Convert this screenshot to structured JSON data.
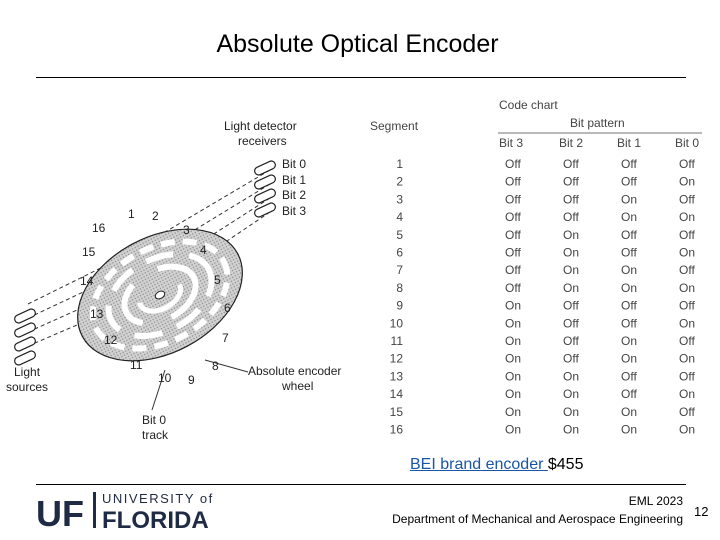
{
  "slide": {
    "title": "Absolute Optical Encoder",
    "caption_link": "BEI brand encoder ",
    "caption_price": "$455",
    "footer_course": "EML 2023",
    "footer_dept": "Department of Mechanical and Aerospace Engineering",
    "page_number": "12"
  },
  "logo": {
    "uf": "UF",
    "university_of": "UNIVERSITY of",
    "florida": "FLORIDA",
    "color": "#1f2a44"
  },
  "figure": {
    "label_detector": [
      "Light detector",
      "receivers"
    ],
    "detector_bits": [
      "Bit 0",
      "Bit 1",
      "Bit 2",
      "Bit 3"
    ],
    "label_sources": [
      "Light",
      "sources"
    ],
    "label_wheel": [
      "Absolute encoder",
      "wheel"
    ],
    "label_track": [
      "Bit 0",
      "track"
    ],
    "segment_numbers": [
      "1",
      "2",
      "3",
      "4",
      "5",
      "6",
      "7",
      "8",
      "9",
      "10",
      "11",
      "12",
      "13",
      "14",
      "15",
      "16"
    ],
    "code_chart": {
      "title": "Code chart",
      "segment_header": "Segment",
      "bit_pattern_header": "Bit pattern",
      "columns": [
        "Bit 3",
        "Bit 2",
        "Bit 1",
        "Bit 0"
      ],
      "rows": [
        [
          "1",
          "Off",
          "Off",
          "Off",
          "Off"
        ],
        [
          "2",
          "Off",
          "Off",
          "Off",
          "On"
        ],
        [
          "3",
          "Off",
          "Off",
          "On",
          "Off"
        ],
        [
          "4",
          "Off",
          "Off",
          "On",
          "On"
        ],
        [
          "5",
          "Off",
          "On",
          "Off",
          "Off"
        ],
        [
          "6",
          "Off",
          "On",
          "Off",
          "On"
        ],
        [
          "7",
          "Off",
          "On",
          "On",
          "Off"
        ],
        [
          "8",
          "Off",
          "On",
          "On",
          "On"
        ],
        [
          "9",
          "On",
          "Off",
          "Off",
          "Off"
        ],
        [
          "10",
          "On",
          "Off",
          "Off",
          "On"
        ],
        [
          "11",
          "On",
          "Off",
          "On",
          "Off"
        ],
        [
          "12",
          "On",
          "Off",
          "On",
          "On"
        ],
        [
          "13",
          "On",
          "On",
          "Off",
          "Off"
        ],
        [
          "14",
          "On",
          "On",
          "Off",
          "On"
        ],
        [
          "15",
          "On",
          "On",
          "On",
          "Off"
        ],
        [
          "16",
          "On",
          "On",
          "On",
          "On"
        ]
      ]
    }
  }
}
